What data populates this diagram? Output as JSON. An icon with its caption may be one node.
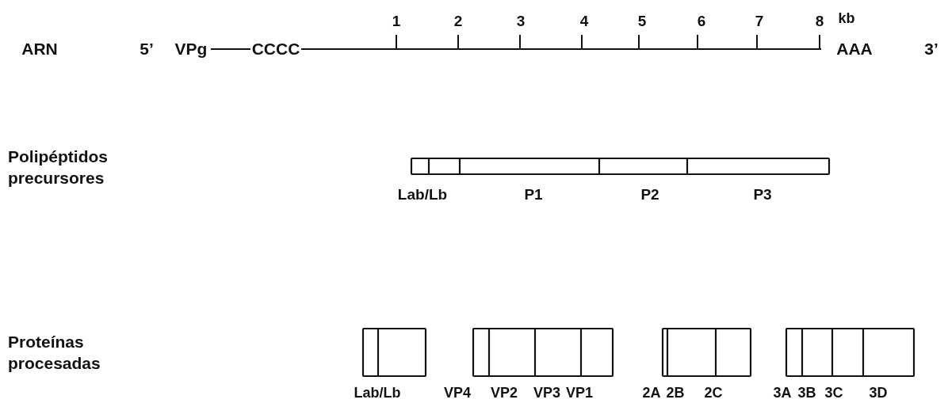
{
  "diagram": {
    "labels": [
      "1",
      "2",
      "3",
      "4",
      "5",
      "6",
      "7",
      "8",
      "kb",
      "ARN",
      "5’",
      "VPg",
      "CCCC",
      "AAA",
      "3’",
      "Polipéptidos precursores",
      "Lab/Lb",
      "P1",
      "P2",
      "P3",
      "Proteínas procesadas",
      "Lab/Lb",
      "VP4",
      "VP2",
      "VP3",
      "VP1",
      "2A",
      "2B",
      "2C",
      "3A",
      "3B",
      "3C",
      "3D"
    ]
  }
}
